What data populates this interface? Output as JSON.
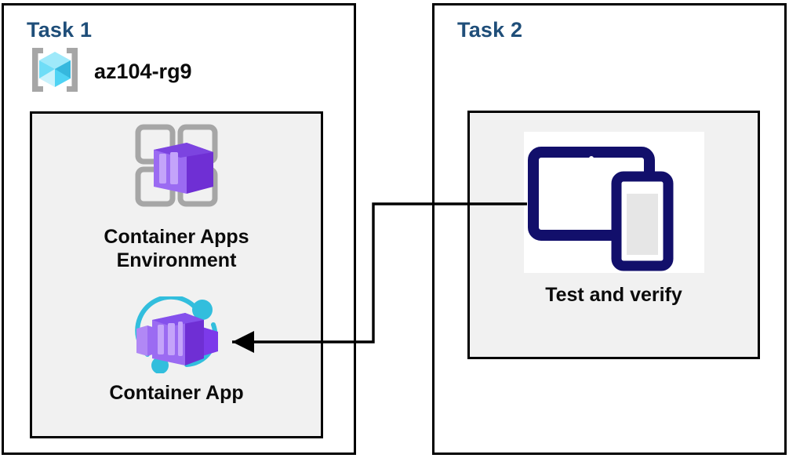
{
  "diagram": {
    "title_color": "#1F4E79",
    "panel_border_color": "#000000",
    "group_fill_color": "#F1F1F1",
    "connector_color": "#000000",
    "panels": [
      {
        "id": "task1",
        "title": "Task 1",
        "resource_group": {
          "name": "az104-rg9",
          "icon": "azure-resource-group-icon"
        },
        "nodes": [
          {
            "id": "container-apps-environment",
            "label": "Container Apps\nEnvironment",
            "icon": "container-apps-environment-icon"
          },
          {
            "id": "container-app",
            "label": "Container App",
            "icon": "container-app-icon"
          }
        ]
      },
      {
        "id": "task2",
        "title": "Task 2",
        "nodes": [
          {
            "id": "test-and-verify",
            "label": "Test and verify",
            "icon": "devices-test-verify-icon"
          }
        ]
      }
    ],
    "connectors": [
      {
        "id": "test-to-container-app",
        "from": "test-and-verify",
        "to": "container-app",
        "arrowhead": "at-container-app",
        "style": "orthogonal-solid"
      }
    ]
  },
  "colors": {
    "resource_group_cube_light": "#9FE9FA",
    "resource_group_cube_mid": "#4FD3F4",
    "resource_group_cube_dark": "#36B8DE",
    "resource_group_bracket": "#A6A6A6",
    "container_purple_light": "#B188F5",
    "container_purple_mid": "#9B6BF2",
    "container_purple_dark": "#6F2FD4",
    "container_purple_side": "#5B21BD",
    "grid_gray": "#A6A6A6",
    "orbit_cyan": "#32BEDD",
    "device_navy": "#120F6B",
    "device_screen_gray": "#E6E6E6"
  }
}
